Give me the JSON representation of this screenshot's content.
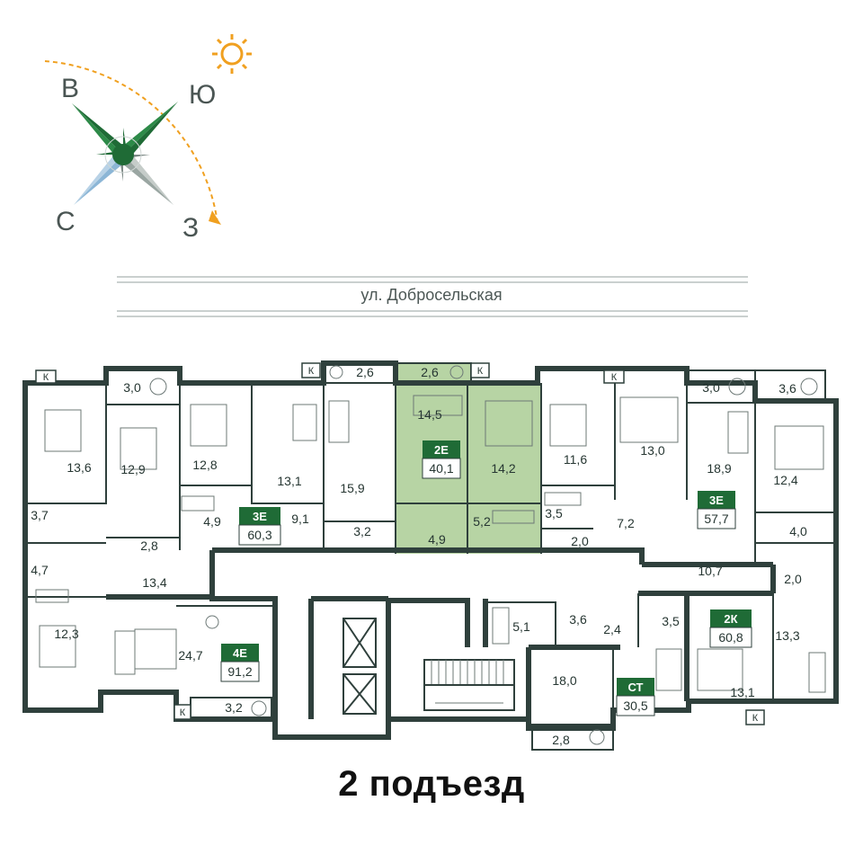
{
  "compass": {
    "north": "С",
    "south": "Ю",
    "east": "В",
    "west": "З",
    "sun_icon": "sun-icon"
  },
  "street": "ул. Добросельская",
  "title": "2 подъезд",
  "colors": {
    "wall": "#2f403c",
    "accent": "#1f6b36",
    "highlight": "#b7d4a4",
    "badge": "#1f6b36"
  },
  "balcony_mark": "К",
  "apartments": [
    {
      "type": "3Е",
      "area": "60,3"
    },
    {
      "type": "2Е",
      "area": "40,1"
    },
    {
      "type": "3Е",
      "area": "57,7"
    },
    {
      "type": "2К",
      "area": "60,8"
    },
    {
      "type": "4Е",
      "area": "91,2"
    },
    {
      "type": "СТ",
      "area": "30,5"
    }
  ],
  "rooms": [
    "13,6",
    "12,9",
    "3,0",
    "12,8",
    "13,1",
    "2,6",
    "15,9",
    "2,6",
    "14,5",
    "14,2",
    "11,6",
    "13,0",
    "3,0",
    "18,9",
    "3,6",
    "12,4",
    "3,7",
    "2,8",
    "4,9",
    "9,1",
    "3,2",
    "4,9",
    "5,2",
    "3,5",
    "2,0",
    "7,2",
    "4,0",
    "10,7",
    "2,0",
    "4,7",
    "13,4",
    "12,3",
    "24,7",
    "3,2",
    "5,1",
    "3,6",
    "2,4",
    "3,5",
    "13,3",
    "18,0",
    "13,1",
    "2,8"
  ]
}
